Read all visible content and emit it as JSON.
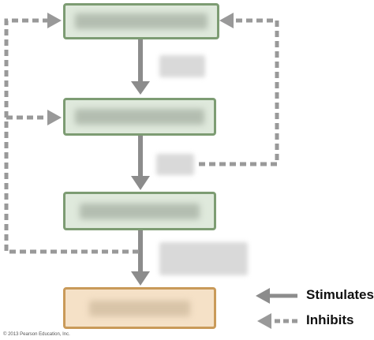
{
  "legend": {
    "stimulates": "Stimulates",
    "inhibits": "Inhibits"
  },
  "copyright": "© 2013 Pearson Education, Inc.",
  "colors": {
    "arrow": "#8c8c8c",
    "box_fill": "#dfe9dc",
    "box_border": "#7d9c73",
    "target_fill": "#f5e1c7",
    "target_border": "#c99a59"
  }
}
